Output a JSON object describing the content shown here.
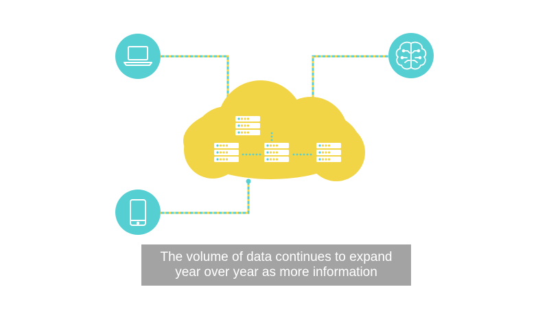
{
  "colors": {
    "cloud": "#f2d547",
    "node": "#56cfd2",
    "connector_teal": "#56cfd2",
    "connector_yellow": "#f2d547",
    "caption_bg": "#a3a3a3",
    "caption_text": "#ffffff"
  },
  "devices": [
    {
      "name": "laptop-node",
      "icon": "laptop-icon"
    },
    {
      "name": "brain-node",
      "icon": "brain-circuit-icon"
    },
    {
      "name": "phone-node",
      "icon": "smartphone-icon"
    }
  ],
  "cloud": {
    "icon": "cloud-icon",
    "servers": 4
  },
  "caption": {
    "line1": "The volume of data continues to expand",
    "line2": "year over year as more information"
  }
}
